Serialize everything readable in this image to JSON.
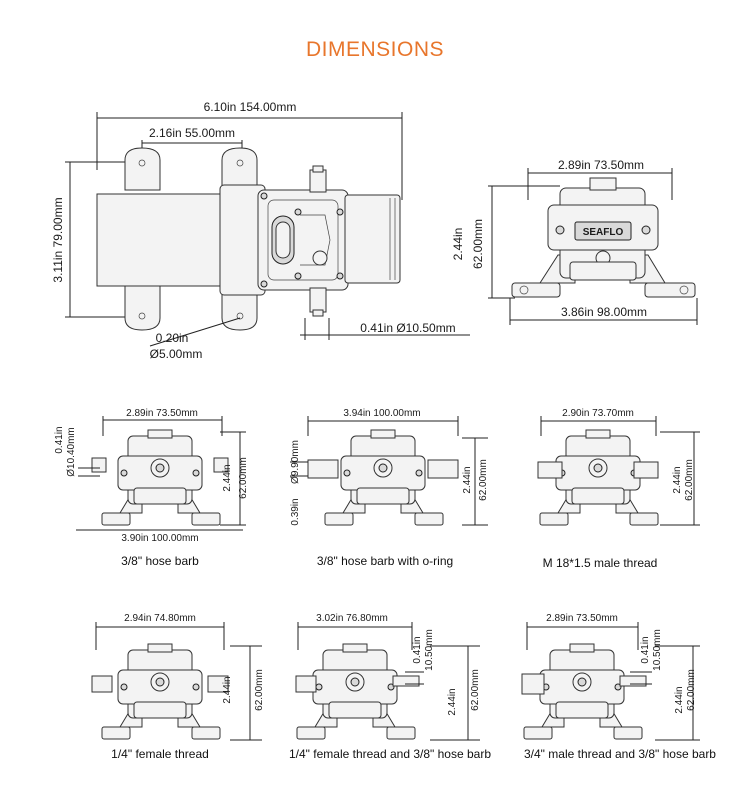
{
  "title": "DIMENSIONS",
  "main_views": {
    "top": {
      "overall_width": "6.10in  154.00mm",
      "mount_spacing": "2.16in  55.00mm",
      "height": "3.11in  79.00mm",
      "hole": "0.20in",
      "hole_dia": "Ø5.00mm",
      "port": "0.41in  Ø10.50mm"
    },
    "front": {
      "width": "2.89in  73.50mm",
      "height": "2.44in\n62.00mm",
      "base": "3.86in  98.00mm",
      "logo": "SEAFLO"
    }
  },
  "variants": [
    {
      "caption": "3/8\" hose barb",
      "width": "2.89in  73.50mm",
      "height_in": "2.44in",
      "height_mm": "62.00mm",
      "base": "3.90in 100.00mm",
      "port_in": "0.41in",
      "port_mm": "Ø10.40mm"
    },
    {
      "caption": "3/8\" hose barb with o-ring",
      "width": "3.94in  100.00mm",
      "height_in": "2.44in",
      "height_mm": "62.00mm",
      "port_in": "0.39in",
      "port_mm": "Ø9.90mm"
    },
    {
      "caption": "M 18*1.5 male thread",
      "width": "2.90in  73.70mm",
      "height_in": "2.44in",
      "height_mm": "62.00mm"
    },
    {
      "caption": "1/4\" female thread",
      "width": "2.94in  74.80mm",
      "height_in": "2.44in",
      "height_mm": "62.00mm"
    },
    {
      "caption": "1/4\" female thread and 3/8\" hose barb",
      "width": "3.02in  76.80mm",
      "height_in": "2.44in",
      "height_mm": "62.00mm",
      "port_in": "0.41in",
      "port_mm": "10.50mm"
    },
    {
      "caption": "3/4\" male thread and 3/8\" hose barb",
      "width": "2.89in  73.50mm",
      "height_in": "2.44in",
      "height_mm": "62.00mm",
      "port_in": "0.41in",
      "port_mm": "10.50mm"
    }
  ]
}
